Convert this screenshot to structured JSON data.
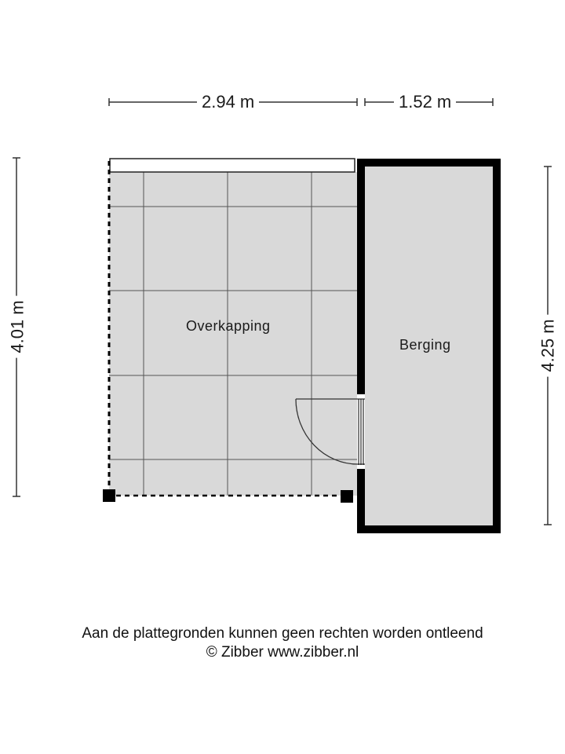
{
  "dimensions": {
    "top_left": "2.94 m",
    "top_right": "1.52 m",
    "left": "4.01 m",
    "right": "4.25 m"
  },
  "rooms": [
    {
      "name": "Overkapping"
    },
    {
      "name": "Berging"
    }
  ],
  "footer": {
    "disclaimer": "Aan de plattegronden kunnen geen rechten worden ontleend",
    "copyright": "© Zibber www.zibber.nl"
  },
  "colors": {
    "floor": "#d9d9d9",
    "wall": "#000000",
    "grid": "#555555",
    "dimension_line": "#333333"
  }
}
